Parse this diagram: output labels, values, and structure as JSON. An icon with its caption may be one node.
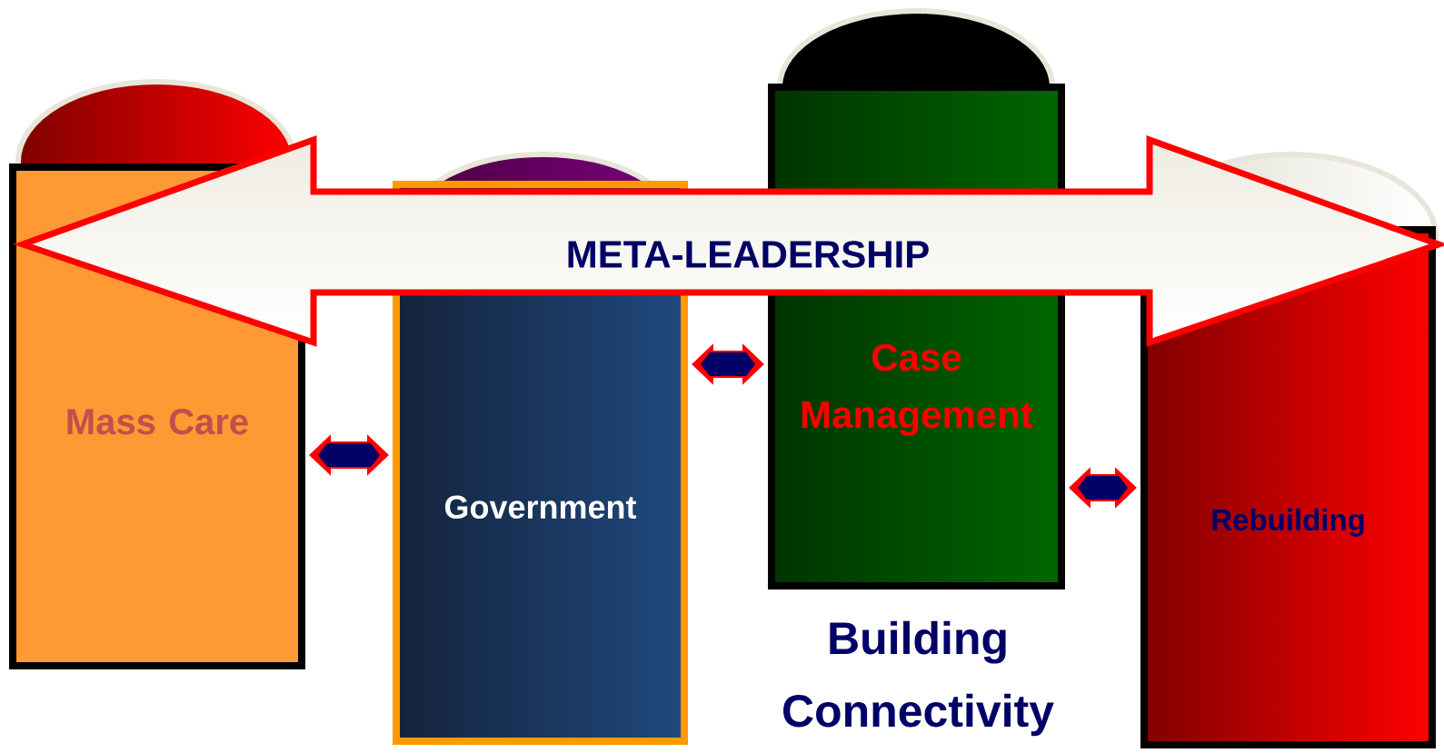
{
  "diagram": {
    "nodes": [
      {
        "text": [
          "Mass Care"
        ]
      },
      {
        "text": [
          "Government"
        ]
      },
      {
        "text": [
          "Case Management"
        ]
      },
      {
        "text": [
          "Rebuilding"
        ]
      },
      {
        "text": [
          "META-LEADERSHIP"
        ]
      }
    ],
    "edges": [
      {
        "from": 0,
        "to": 1,
        "arrow": "both"
      },
      {
        "from": 1,
        "to": 2,
        "arrow": "both"
      },
      {
        "from": 2,
        "to": 3,
        "arrow": "both"
      }
    ],
    "labels": [
      "Building Connectivity"
    ]
  }
}
